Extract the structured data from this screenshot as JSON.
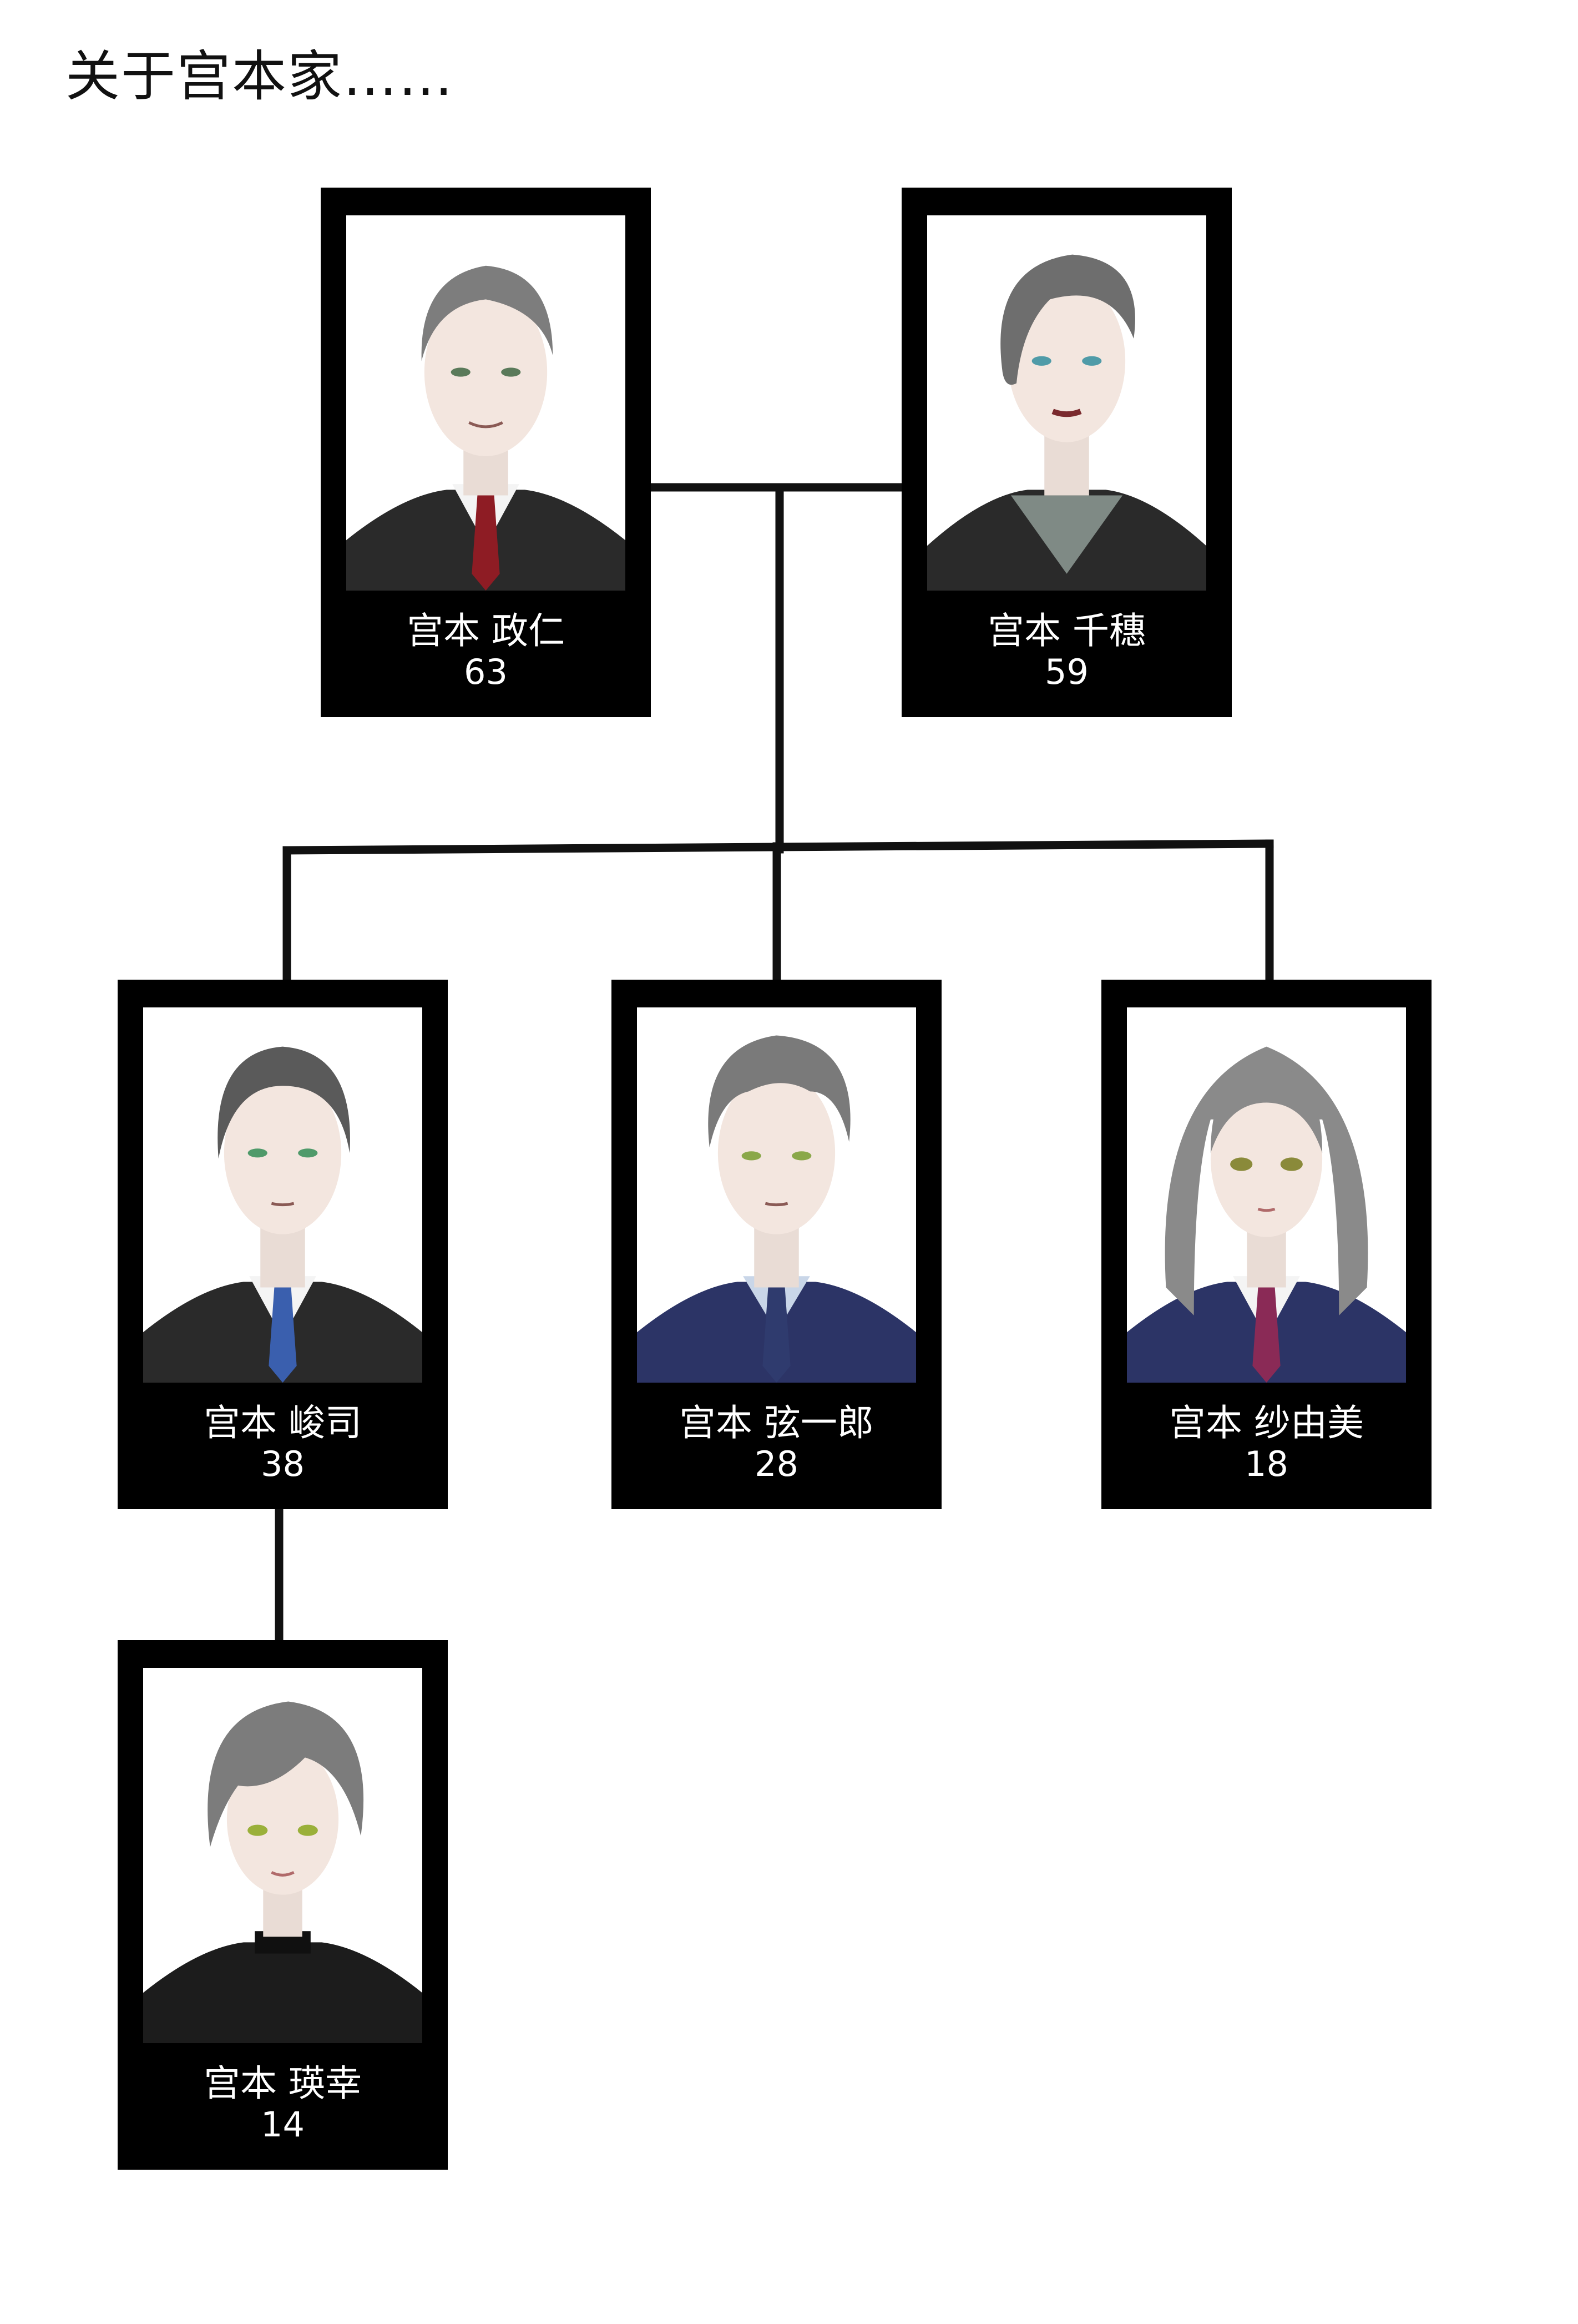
{
  "title": "关于宫本家……",
  "members": {
    "masahito": {
      "name": "宫本 政仁",
      "age": "63"
    },
    "chiho": {
      "name": "宫本 千穗",
      "age": "59"
    },
    "shunji": {
      "name": "宫本 峻司",
      "age": "38"
    },
    "genichiro": {
      "name": "宫本 弦一郎",
      "age": "28"
    },
    "sayumi": {
      "name": "宫本 纱由美",
      "age": "18"
    },
    "eiko": {
      "name": "宫本 瑛幸",
      "age": "14"
    }
  },
  "colors": {
    "frame": "#000000",
    "line": "#111111",
    "hair": "#7a7a7a",
    "skin": "#f3e6df",
    "suit_black": "#2a2a2a",
    "suit_navy": "#2c3466",
    "tie_red": "#8e1c24",
    "tie_blue": "#3a5fae",
    "tie_navy": "#2f3b6e",
    "tie_stripe": "#8a2a56"
  }
}
